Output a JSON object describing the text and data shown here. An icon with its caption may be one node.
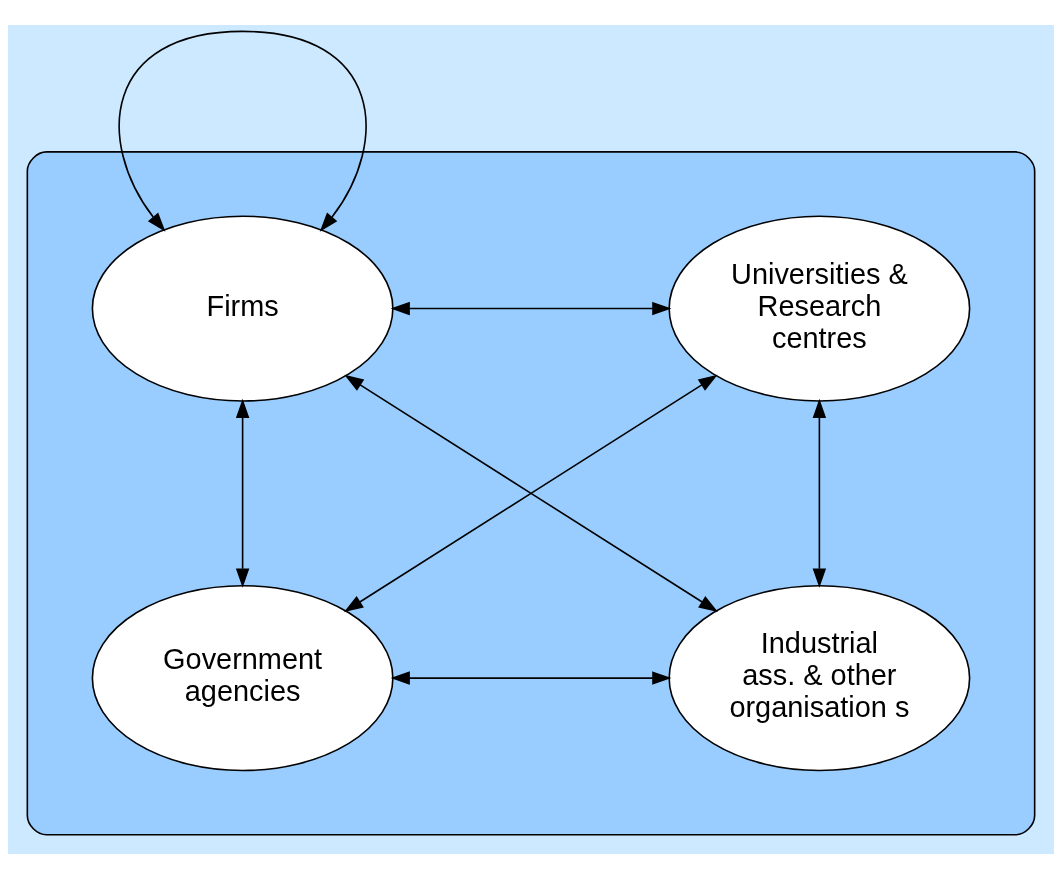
{
  "diagram": {
    "nodes": [
      {
        "text": [],
        "shape": "ellipse"
      },
      {
        "text": [
          "Firms"
        ],
        "in": 0
      },
      {
        "text": [
          "Universities & Research centres"
        ],
        "in": 0
      },
      {
        "text": [
          "Government agencies"
        ],
        "in": 0
      },
      {
        "text": [
          "Industrial ass. & other organisation s"
        ],
        "in": 0
      }
    ],
    "edges": [
      {
        "from": 1,
        "to": 1,
        "arrow": "both"
      },
      {
        "from": 1,
        "to": 2,
        "arrow": "both"
      },
      {
        "from": 1,
        "to": 3,
        "arrow": "both"
      },
      {
        "from": 1,
        "to": 4,
        "arrow": "both"
      },
      {
        "from": 2,
        "to": 3,
        "arrow": "both"
      },
      {
        "from": 2,
        "to": 4,
        "arrow": "both"
      },
      {
        "from": 3,
        "to": 4,
        "arrow": "both"
      }
    ]
  }
}
